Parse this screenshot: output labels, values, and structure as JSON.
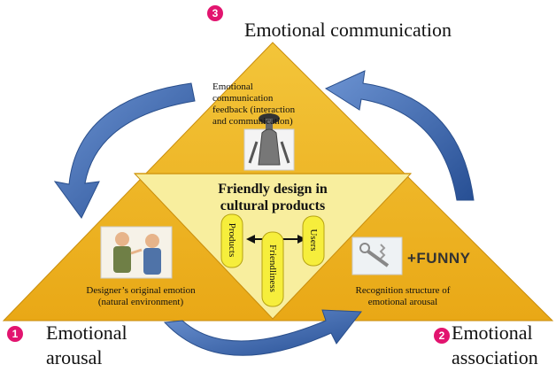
{
  "colors": {
    "triangle_fill": "#f0b822",
    "triangle_dark": "#d99a10",
    "center_fill": "#f8ee9e",
    "pill_fill": "#f6ee3c",
    "arrow_fill": "#3d6fb6",
    "badge_fill": "#e2146f"
  },
  "corners": {
    "top": {
      "number": "3",
      "title": "Emotional communication"
    },
    "left": {
      "number": "1",
      "title_line1": "Emotional",
      "title_line2": "arousal"
    },
    "right": {
      "number": "2",
      "title_line1": "Emotional",
      "title_line2": "association"
    }
  },
  "nodes": {
    "top_text_1": "Emotional",
    "top_text_2": "communication",
    "top_text_3": "feedback (interaction",
    "top_text_4": "and communication)",
    "left_text_1": "Designer’s original emotion",
    "left_text_2": "(natural environment)",
    "right_text_1": "Recognition structure of",
    "right_text_2": "emotional arousal",
    "right_badge": "+FUNNY"
  },
  "center": {
    "title_line1": "Friendly design in",
    "title_line2": "cultural products",
    "pills": [
      "Products",
      "Friendliness",
      "Users"
    ]
  },
  "icons": {
    "top": "corkscrew-figure-icon",
    "left": "two-men-talking-icon",
    "right": "corkscrew-tool-icon"
  }
}
